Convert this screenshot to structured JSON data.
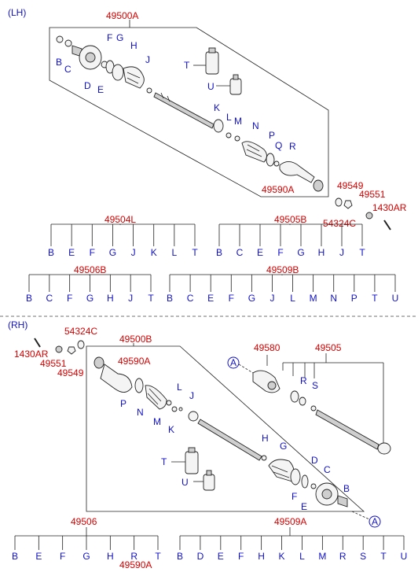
{
  "sections": {
    "lh": "(LH)",
    "rh": "(RH)"
  },
  "lh": {
    "assembly": "49500A",
    "letters": {
      "B": "B",
      "C": "C",
      "D": "D",
      "E": "E",
      "F": "F",
      "G": "G",
      "H": "H",
      "J": "J",
      "K": "K",
      "L": "L",
      "M": "M",
      "N": "N",
      "P": "P",
      "Q": "Q",
      "R": "R",
      "T": "T",
      "U": "U"
    },
    "outer_joint": "49590A",
    "side_parts": [
      "49549",
      "49551",
      "1430AR",
      "54324C"
    ]
  },
  "rh": {
    "assembly": "49500B",
    "outer_joint": "49590A",
    "side_parts": [
      "1430AR",
      "54324C",
      "49551",
      "49549"
    ],
    "bracket": "49580",
    "shaft": "49505",
    "circle_ref": "A",
    "letters": {
      "B": "B",
      "C": "C",
      "D": "D",
      "E": "E",
      "F": "F",
      "G": "G",
      "H": "H",
      "J": "J",
      "K": "K",
      "L": "L",
      "M": "M",
      "N": "N",
      "P": "P",
      "R": "R",
      "S": "S",
      "T": "T",
      "U": "U"
    }
  },
  "kits": [
    {
      "code": "49504L",
      "items": [
        "B",
        "E",
        "F",
        "G",
        "J",
        "K",
        "L",
        "T"
      ]
    },
    {
      "code": "49505B",
      "items": [
        "B",
        "C",
        "E",
        "F",
        "G",
        "H",
        "J",
        "T"
      ]
    },
    {
      "code": "49506B",
      "items": [
        "B",
        "C",
        "F",
        "G",
        "H",
        "J",
        "T"
      ]
    },
    {
      "code": "49509B",
      "items": [
        "B",
        "C",
        "E",
        "F",
        "G",
        "J",
        "L",
        "M",
        "N",
        "P",
        "T",
        "U"
      ]
    },
    {
      "code": "49506",
      "items": [
        "B",
        "E",
        "F",
        "G",
        "H",
        "R",
        "T"
      ],
      "extra": "49590A"
    },
    {
      "code": "49509A",
      "items": [
        "B",
        "D",
        "E",
        "F",
        "H",
        "K",
        "L",
        "M",
        "R",
        "S",
        "T",
        "U"
      ]
    }
  ],
  "colors": {
    "code": "#d40000",
    "letter": "#1010c8",
    "line": "#222222"
  }
}
